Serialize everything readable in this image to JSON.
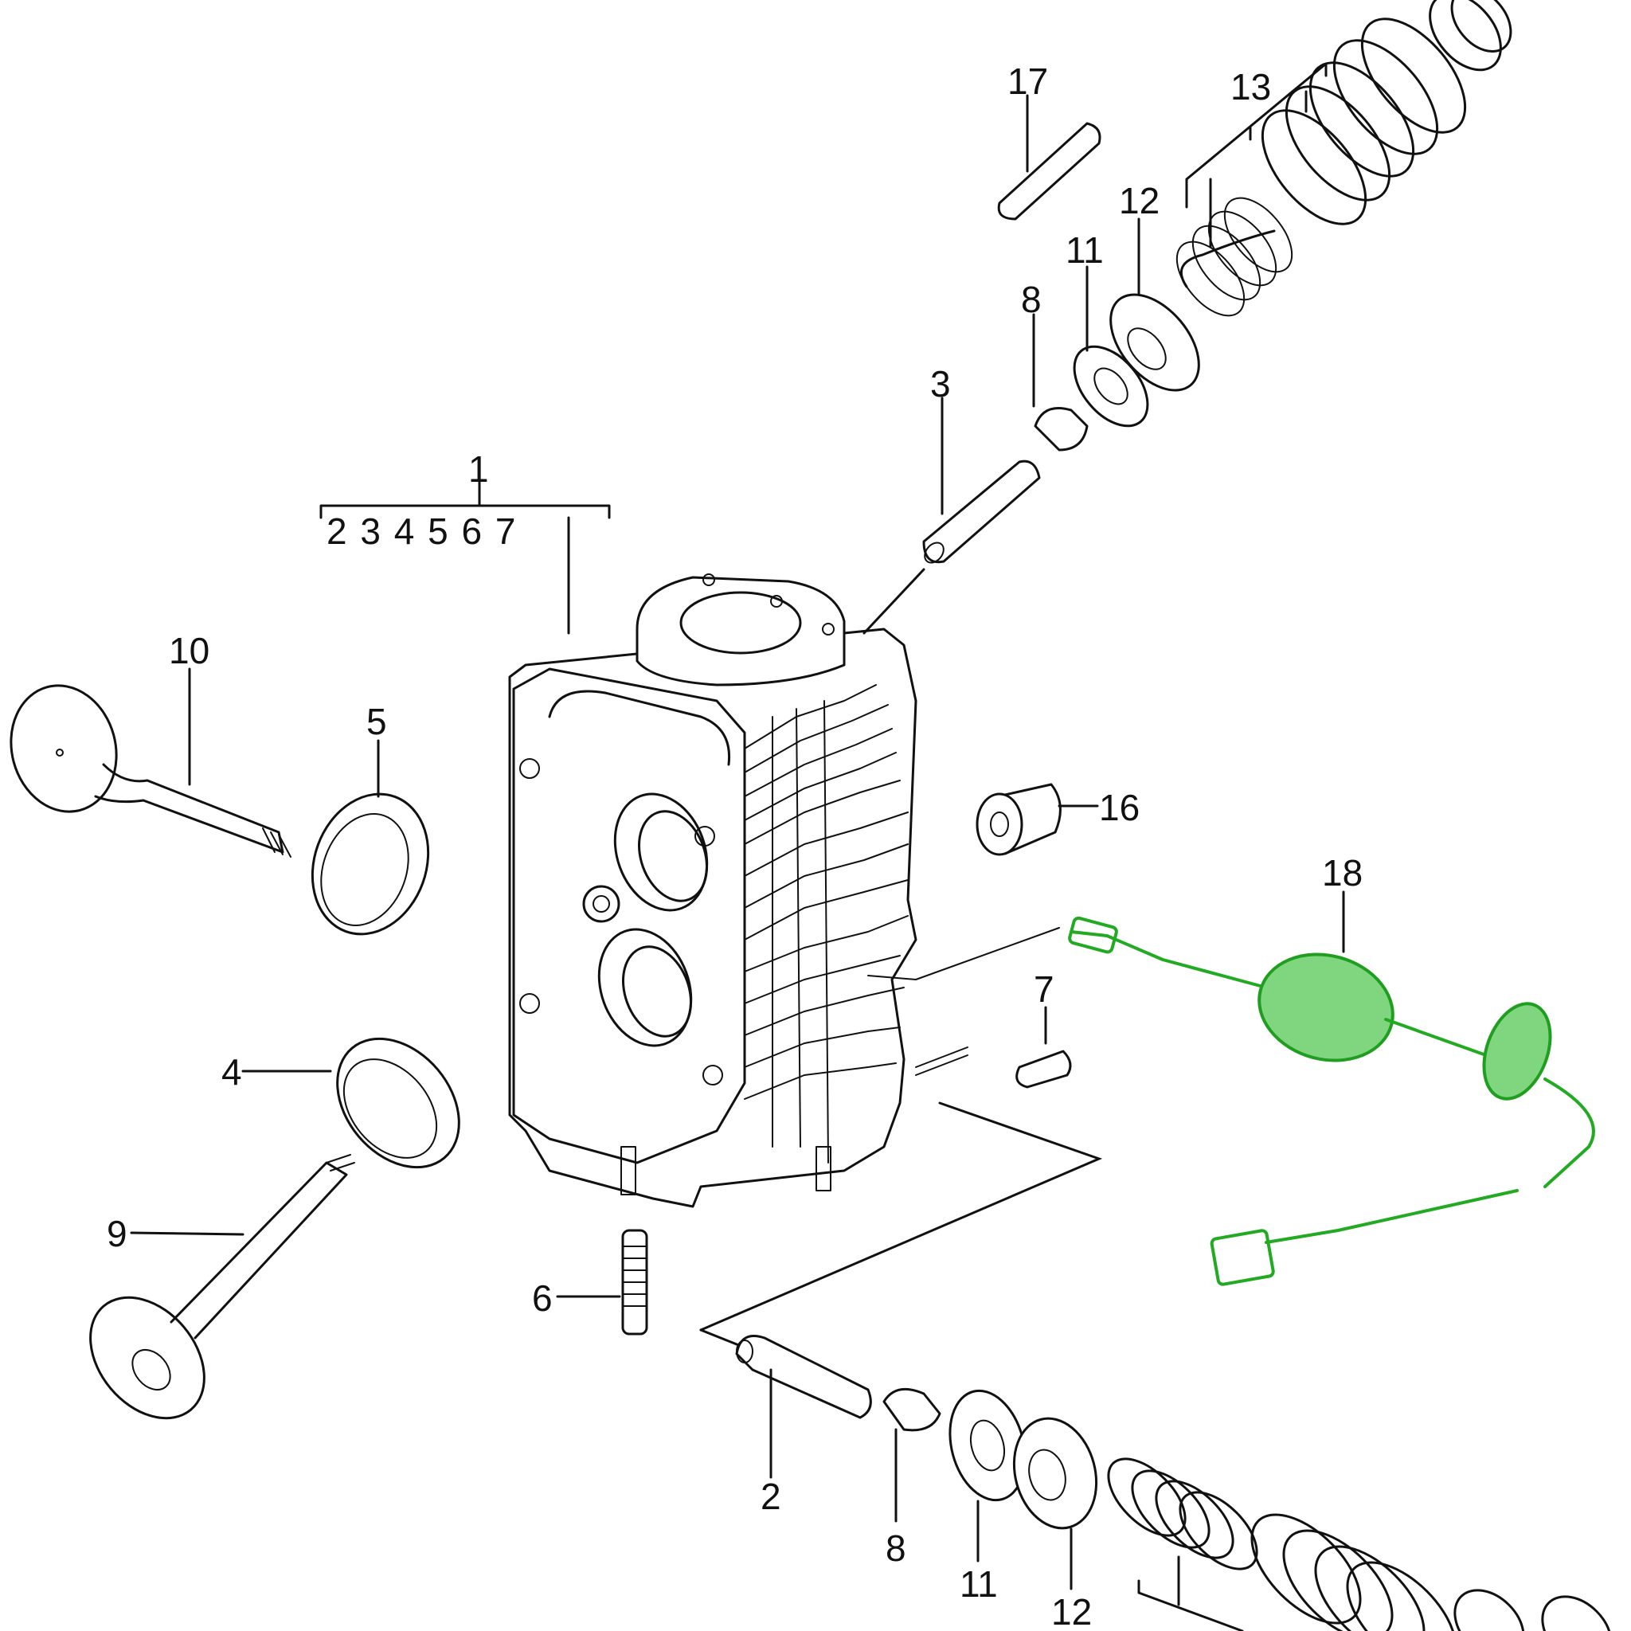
{
  "diagram": {
    "callouts": {
      "c1": "1",
      "c1_sub": "2 3 4 5 6 7",
      "c2": "2",
      "c3": "3",
      "c4": "4",
      "c5": "5",
      "c6": "6",
      "c7": "7",
      "c8_top": "8",
      "c8_bottom": "8",
      "c9": "9",
      "c10": "10",
      "c11_top": "11",
      "c11_bottom": "11",
      "c12_top": "12",
      "c12_bottom": "12",
      "c13": "13",
      "c16": "16",
      "c17": "17",
      "c18": "18"
    },
    "highlight_color": "#22aa22"
  }
}
